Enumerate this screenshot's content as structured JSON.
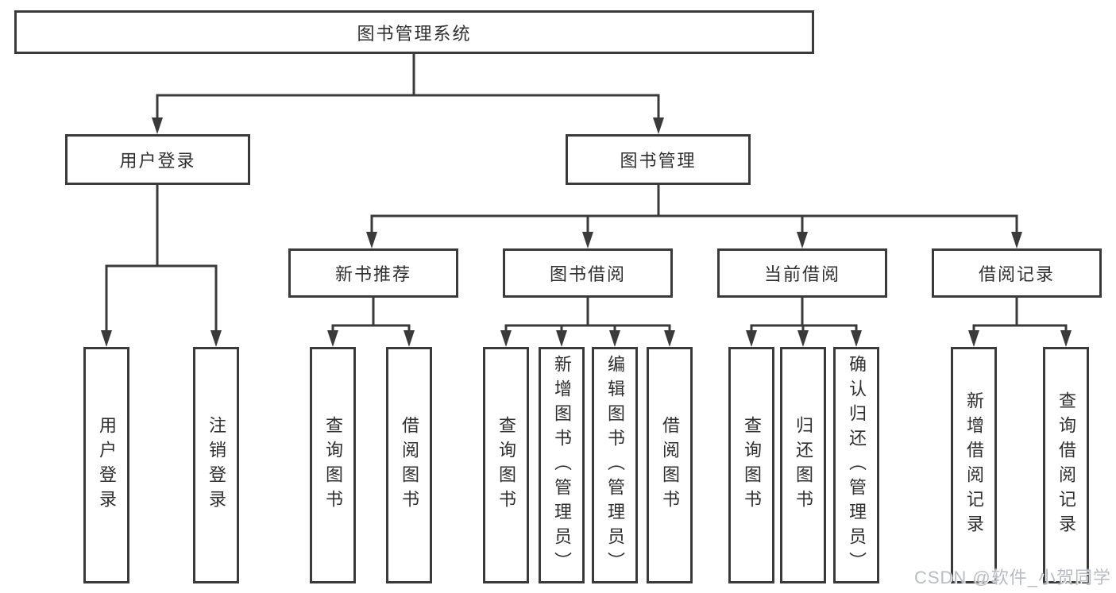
{
  "diagram": {
    "watermark": "CSDN @软件_小贺同学",
    "colors": {
      "line": "#3a3a3a",
      "text": "#2f2f2f",
      "background": "#ffffff",
      "watermark": "#b7bbc3"
    },
    "nodes": {
      "root": "图书管理系统",
      "user_login": "用户登录",
      "book_mgmt": "图书管理",
      "new_book_rec": "新书推荐",
      "book_borrow": "图书借阅",
      "current_borrow": "当前借阅",
      "borrow_records": "借阅记录",
      "leaf_user_login": "用户登录",
      "leaf_logout": "注销登录",
      "leaf_rec_query_books": "查询图书",
      "leaf_rec_borrow_books": "借阅图书",
      "leaf_bb_query_books": "查询图书",
      "leaf_bb_add_books": "新增图书（管理员）",
      "leaf_bb_edit_books": "编辑图书（管理员）",
      "leaf_bb_borrow_books": "借阅图书",
      "leaf_cb_query_books": "查询图书",
      "leaf_cb_return_books": "归还图书",
      "leaf_cb_confirm_return": "确认归还（管理员）",
      "leaf_br_add_record": "新增借阅记录",
      "leaf_br_query_record": "查询借阅记录"
    },
    "hierarchy": [
      {
        "parent": "图书管理系统",
        "children": [
          "用户登录",
          "图书管理"
        ]
      },
      {
        "parent": "用户登录",
        "children": [
          "用户登录",
          "注销登录"
        ]
      },
      {
        "parent": "图书管理",
        "children": [
          "新书推荐",
          "图书借阅",
          "当前借阅",
          "借阅记录"
        ]
      },
      {
        "parent": "新书推荐",
        "children": [
          "查询图书",
          "借阅图书"
        ]
      },
      {
        "parent": "图书借阅",
        "children": [
          "查询图书",
          "新增图书（管理员）",
          "编辑图书（管理员）",
          "借阅图书"
        ]
      },
      {
        "parent": "当前借阅",
        "children": [
          "查询图书",
          "归还图书",
          "确认归还（管理员）"
        ]
      },
      {
        "parent": "借阅记录",
        "children": [
          "新增借阅记录",
          "查询借阅记录"
        ]
      }
    ]
  }
}
